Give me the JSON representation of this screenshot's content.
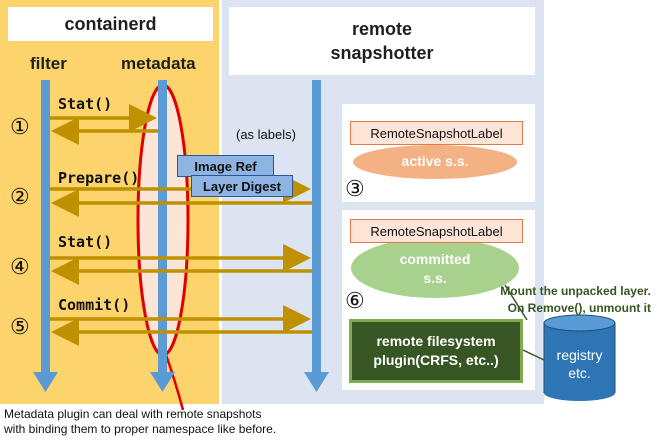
{
  "containerd": {
    "title": "containerd",
    "filter_label": "filter",
    "metadata_label": "metadata"
  },
  "remote": {
    "title_line1": "remote",
    "title_line2": "snapshotter",
    "as_labels": "(as labels)"
  },
  "steps": [
    {
      "number": "①",
      "call": "Stat()"
    },
    {
      "number": "②",
      "call": "Prepare()"
    },
    {
      "number": "④",
      "call": "Stat()"
    },
    {
      "number": "⑤",
      "call": "Commit()"
    }
  ],
  "labels": {
    "image_ref": "Image Ref",
    "layer_digest": "Layer Digest"
  },
  "snapshots": {
    "active": {
      "number": "③",
      "label": "RemoteSnapshotLabel",
      "state": "active s.s."
    },
    "committed": {
      "number": "⑥",
      "label": "RemoteSnapshotLabel",
      "state_line1": "committed",
      "state_line2": "s.s."
    }
  },
  "plugin": {
    "line1": "remote filesystem",
    "line2": "plugin(CRFS, etc..)",
    "note_line1": "Mount the unpacked layer.",
    "note_line2": "On Remove(), unmount it"
  },
  "registry": {
    "line1": "registry",
    "line2": "etc."
  },
  "caption": {
    "line1": "Metadata plugin can deal with remote snapshots",
    "line2": "with binding them to proper namespace like before."
  },
  "colors": {
    "containerd_panel": "#FCD46B",
    "remote_panel": "#DCE4F2",
    "lifeline": "#5B9BD5",
    "message_arrow": "#BF9000",
    "metadata_outline": "#E00000",
    "active_ellipse": "#F4B183",
    "committed_ellipse": "#A9D18E",
    "plugin_box": "#375623",
    "registry": "#2E75B6"
  }
}
